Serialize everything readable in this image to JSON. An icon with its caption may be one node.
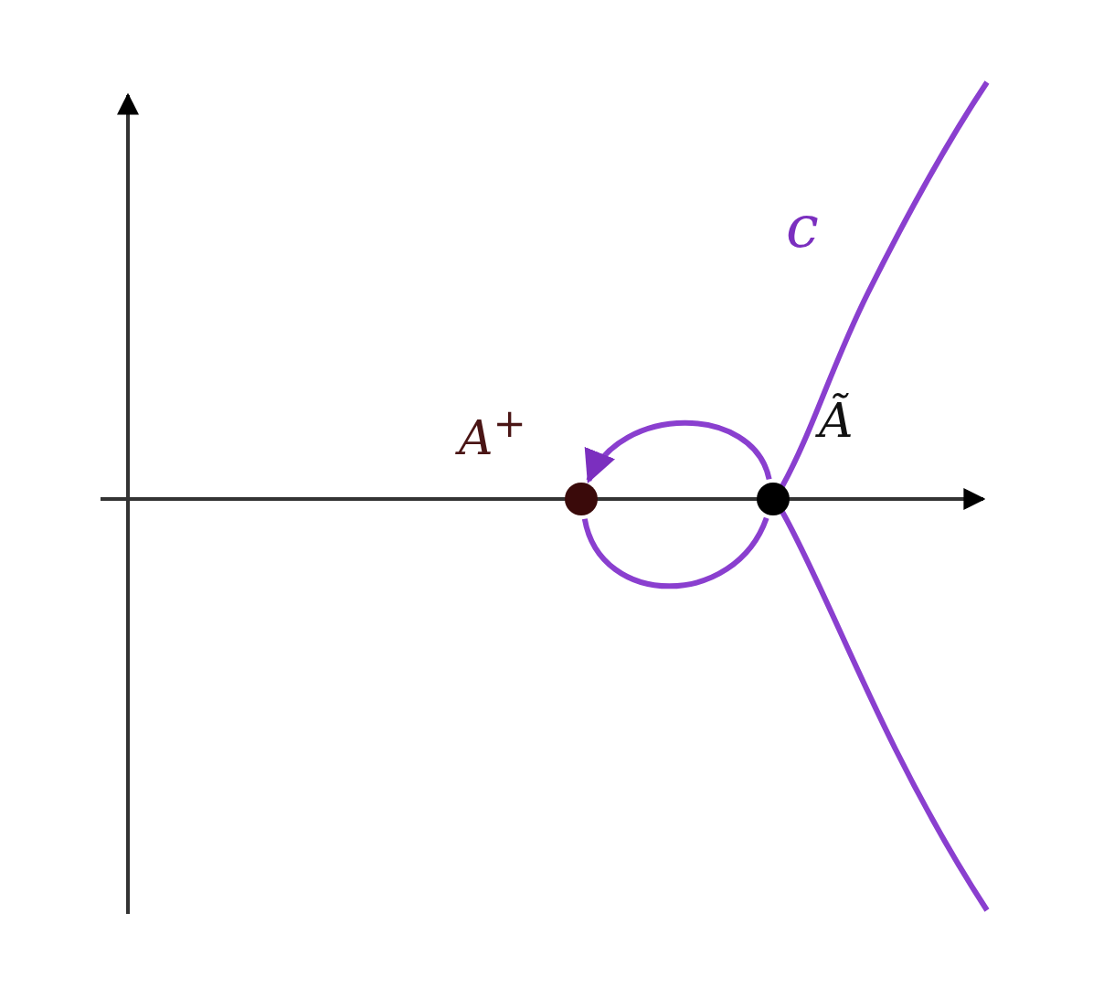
{
  "diagram": {
    "nodes": [
      {
        "text": [
          "A$^{+}$"
        ]
      },
      {
        "text": [
          "Ã"
        ]
      }
    ],
    "edges": [
      {
        "from": 1,
        "to": 0,
        "arrow": "to"
      },
      {
        "from": 0,
        "to": 1,
        "arrow": "none"
      }
    ],
    "labels": [
      "c"
    ]
  }
}
